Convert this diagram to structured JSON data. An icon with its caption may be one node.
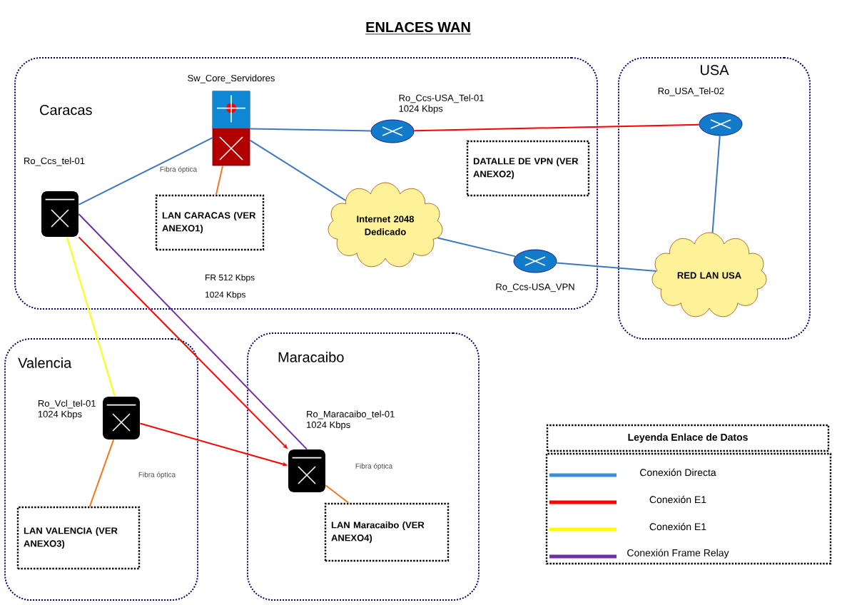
{
  "diagram": {
    "title": "ENLACES WAN",
    "nodes": [
      {
        "text": [
          "Caracas"
        ]
      },
      {
        "text": [
          "USA"
        ]
      },
      {
        "text": [
          "Valencia"
        ]
      },
      {
        "text": [
          "Maracaibo"
        ]
      },
      {
        "text": [
          "Sw_Core_Servidores"
        ],
        "in": 0
      },
      {
        "text": [
          "Ro_Ccs_tel-01"
        ],
        "in": 0
      },
      {
        "text": [
          "LAN CARACAS (VER ANEXO1)"
        ],
        "in": 0
      },
      {
        "text": [
          "Ro_Ccs-USA_Tel-01",
          "1024 Kbps"
        ],
        "in": 0
      },
      {
        "text": [
          "Internet 2048 Dedicado"
        ],
        "in": 0
      },
      {
        "text": [
          "DATALLE DE VPN (VER ANEXO2)"
        ],
        "in": 0
      },
      {
        "text": [
          "Ro_Ccs-USA_VPN"
        ],
        "in": 0
      },
      {
        "text": [
          "Ro_USA_Tel-02"
        ],
        "in": 1
      },
      {
        "text": [
          "RED LAN USA"
        ],
        "in": 1
      },
      {
        "text": [
          "Ro_Vcl_tel-01",
          "1024 Kbps"
        ],
        "in": 2
      },
      {
        "text": [
          "LAN VALENCIA (VER ANEXO3)"
        ],
        "in": 2
      },
      {
        "text": [
          "Ro_Maracaibo_tel-01",
          "1024 Kbps"
        ],
        "in": 3
      },
      {
        "text": [
          "LAN Maracaibo (VER ANEXO4)"
        ],
        "in": 3
      }
    ],
    "edges": [
      {
        "from": 5,
        "to": 4,
        "arrow": "none"
      },
      {
        "from": 4,
        "to": 7,
        "arrow": "none"
      },
      {
        "from": 4,
        "to": 6,
        "arrow": "none",
        "color": "#f07820"
      },
      {
        "from": 4,
        "to": 8,
        "arrow": "none"
      },
      {
        "from": 8,
        "to": 10,
        "arrow": "none"
      },
      {
        "from": 10,
        "to": 12,
        "arrow": "none"
      },
      {
        "from": 7,
        "to": 11,
        "arrow": "none",
        "color": "#ff0000"
      },
      {
        "from": 11,
        "to": 12,
        "arrow": "none"
      },
      {
        "from": 5,
        "to": 13,
        "arrow": "none",
        "color": "#ffff00"
      },
      {
        "from": 5,
        "to": 15,
        "arrow": "to",
        "color": "#ff0000"
      },
      {
        "from": 5,
        "to": 15,
        "arrow": "none",
        "color": "#7030a0"
      },
      {
        "from": 13,
        "to": 15,
        "arrow": "to",
        "color": "#ff0000"
      },
      {
        "from": 13,
        "to": 14,
        "arrow": "none",
        "color": "#f07820"
      },
      {
        "from": 15,
        "to": 16,
        "arrow": "none",
        "color": "#f07820"
      }
    ],
    "labels": [
      "Fibra óptica",
      "FR 512 Kbps",
      "1024 Kbps",
      "Fibra óptica",
      "Fibra óptica",
      "Leyenda Enlace de Datos"
    ],
    "legend": [
      {
        "text": "Conexión Directa",
        "color": "#3c8fd0"
      },
      {
        "text": "Conexión E1",
        "color": "#ff0000"
      },
      {
        "text": "Conexión E1",
        "color": "#ffff00"
      },
      {
        "text": "Conexión Frame Relay",
        "color": "#7030a0"
      }
    ]
  }
}
